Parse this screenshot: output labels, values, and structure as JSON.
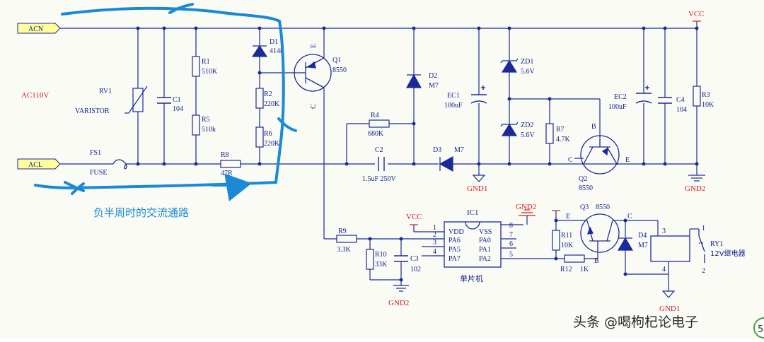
{
  "nets": {
    "acn": "ACN",
    "acl": "ACL",
    "vcc_top": "VCC",
    "gnd1": "GND1",
    "gnd2": "GND2",
    "vcc": "VCC",
    "gnd2_lower": "GND2",
    "gnd1_lower": "GND1",
    "gnd2_right": "GND2"
  },
  "supply_label": "AC110V",
  "components": {
    "rv1": {
      "ref": "RV1",
      "value": "VARISTOR"
    },
    "c1": {
      "ref": "C1",
      "value": "104"
    },
    "r1": {
      "ref": "R1",
      "value": "510K"
    },
    "r5": {
      "ref": "R5",
      "value": "510k"
    },
    "d1": {
      "ref": "D1",
      "value": "4148"
    },
    "r2": {
      "ref": "R2",
      "value": "220K"
    },
    "r6": {
      "ref": "R6",
      "value": "220K"
    },
    "q1": {
      "ref": "Q1",
      "value": "8550"
    },
    "d2": {
      "ref": "D2",
      "value": "M7"
    },
    "r4": {
      "ref": "R4",
      "value": "680K"
    },
    "c2": {
      "ref": "C2",
      "value": "1.5uF 250V"
    },
    "d3": {
      "ref": "D3",
      "value": "M7"
    },
    "ec1": {
      "ref": "EC1",
      "value": "100uF"
    },
    "zd1": {
      "ref": "ZD1",
      "value": "5.6V"
    },
    "zd2": {
      "ref": "ZD2",
      "value": "5.6V"
    },
    "r7": {
      "ref": "R7",
      "value": "4.7K"
    },
    "q2": {
      "ref": "Q2",
      "value": "8550"
    },
    "ec2": {
      "ref": "EC2",
      "value": "100uF"
    },
    "c4": {
      "ref": "C4",
      "value": "104"
    },
    "r3": {
      "ref": "R3",
      "value": "10K"
    },
    "fs1": {
      "ref": "FS1",
      "value": "FUSE"
    },
    "r8": {
      "ref": "R8",
      "value": "47R"
    },
    "r9": {
      "ref": "R9",
      "value": "3.3K"
    },
    "r10": {
      "ref": "R10",
      "value": "33K"
    },
    "c3": {
      "ref": "C3",
      "value": "102"
    },
    "ic1": {
      "ref": "IC1",
      "value": "单片机"
    },
    "r11": {
      "ref": "R11",
      "value": "10K"
    },
    "r12": {
      "ref": "R12",
      "value": "1K"
    },
    "q3": {
      "ref": "Q3",
      "value": "8550"
    },
    "d4": {
      "ref": "D4",
      "value": "M7"
    },
    "ry1": {
      "ref": "RY1",
      "value": "12V继电器"
    }
  },
  "transistor_pins": {
    "e": "E",
    "b": "B",
    "c": "C"
  },
  "ic1_pins_left": [
    {
      "num": "1",
      "name": "VDD"
    },
    {
      "num": "2",
      "name": "PA6"
    },
    {
      "num": "3",
      "name": "PA5"
    },
    {
      "num": "4",
      "name": "PA7"
    }
  ],
  "ic1_pins_right": [
    {
      "num": "8",
      "name": "VSS"
    },
    {
      "num": "7",
      "name": "PA0"
    },
    {
      "num": "6",
      "name": "PA1"
    },
    {
      "num": "5",
      "name": "PA2"
    }
  ],
  "relay_pins": {
    "p1": "1",
    "p2": "2",
    "p3": "3",
    "p4": "4"
  },
  "annotation": "负半周时的交流通路",
  "watermark": "头条 @喝枸杞论电子",
  "corner_badge": "5",
  "colors": {
    "wire": "#1a2a9a",
    "component": "#1a2a9a",
    "net_label_fill": "#ffff99",
    "red_text": "#cc1d1d",
    "annotation": "#1a8ad6"
  }
}
